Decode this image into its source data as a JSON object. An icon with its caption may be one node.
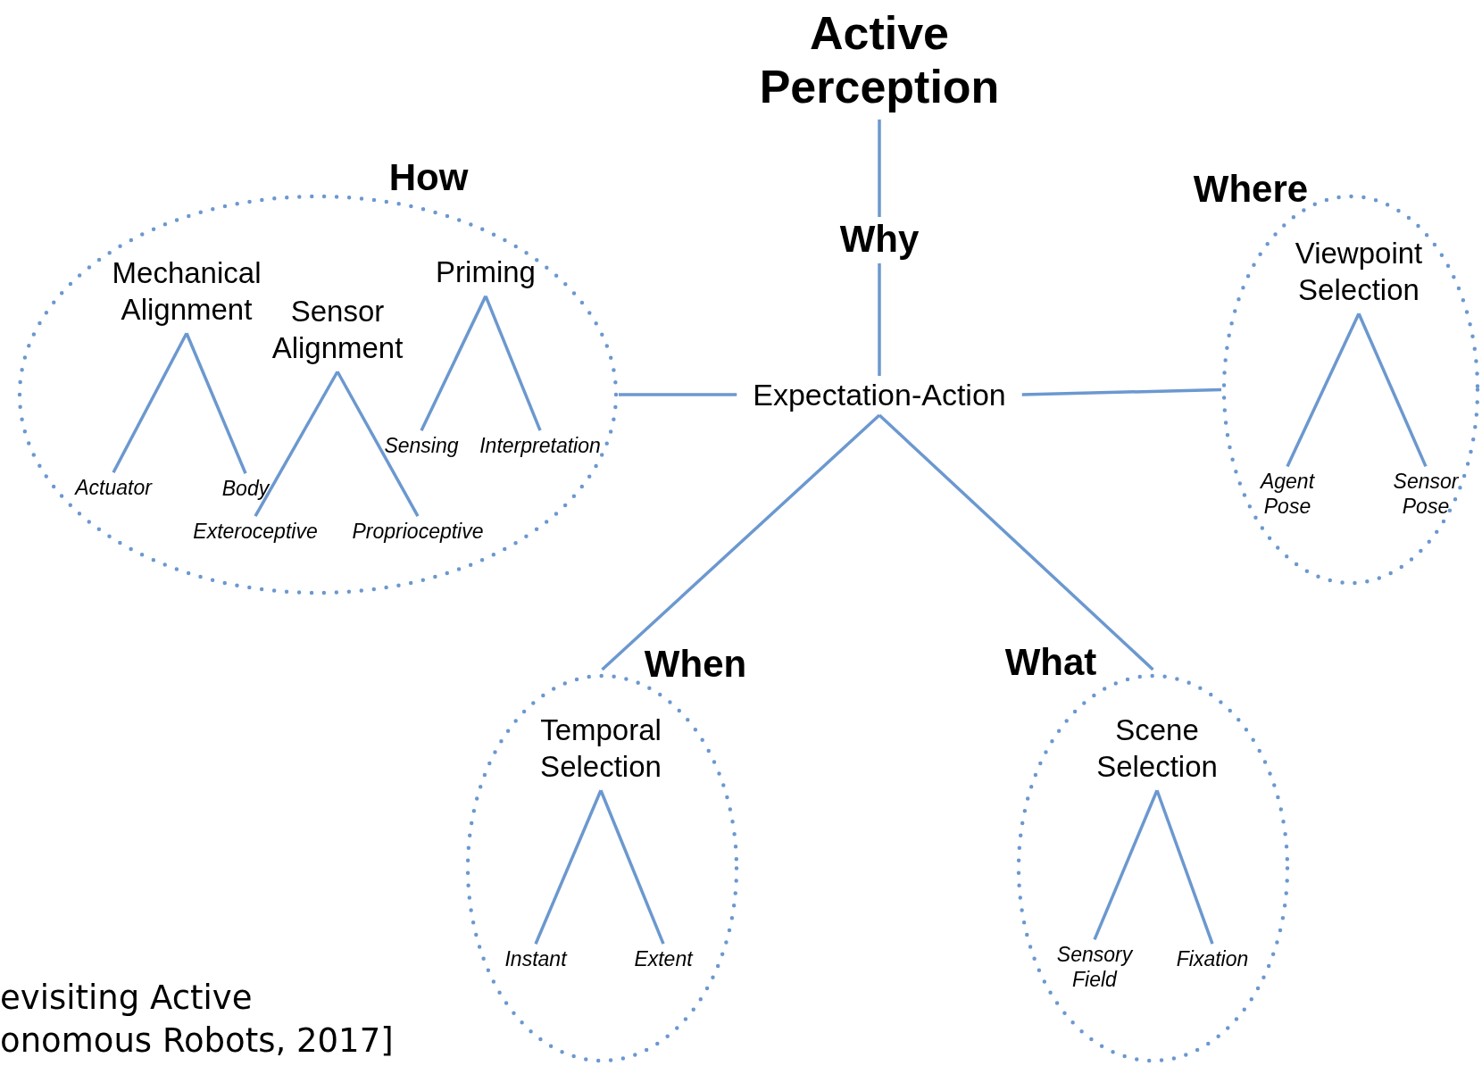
{
  "diagram": {
    "nodes": [
      {
        "text": [
          "Active Perception"
        ]
      },
      {
        "text": [
          "Why"
        ]
      },
      {
        "text": [
          "Expectation-Action"
        ]
      },
      {
        "text": [
          "How"
        ]
      },
      {
        "text": [
          "Mechanical Alignment"
        ],
        "in": 3
      },
      {
        "text": [
          "Actuator"
        ],
        "in": 3
      },
      {
        "text": [
          "Body"
        ],
        "in": 3
      },
      {
        "text": [
          "Sensor Alignment"
        ],
        "in": 3
      },
      {
        "text": [
          "Exteroceptive"
        ],
        "in": 3
      },
      {
        "text": [
          "Proprioceptive"
        ],
        "in": 3
      },
      {
        "text": [
          "Priming"
        ],
        "in": 3
      },
      {
        "text": [
          "Sensing"
        ],
        "in": 3
      },
      {
        "text": [
          "Interpretation"
        ],
        "in": 3
      },
      {
        "text": [
          "Where"
        ]
      },
      {
        "text": [
          "Viewpoint Selection"
        ],
        "in": 13
      },
      {
        "text": [
          "Agent Pose"
        ],
        "in": 13
      },
      {
        "text": [
          "Sensor Pose"
        ],
        "in": 13
      },
      {
        "text": [
          "When"
        ]
      },
      {
        "text": [
          "Temporal Selection"
        ],
        "in": 17
      },
      {
        "text": [
          "Instant"
        ],
        "in": 17
      },
      {
        "text": [
          "Extent"
        ],
        "in": 17
      },
      {
        "text": [
          "What"
        ]
      },
      {
        "text": [
          "Scene Selection"
        ],
        "in": 21
      },
      {
        "text": [
          "Sensory Field"
        ],
        "in": 21
      },
      {
        "text": [
          "Fixation"
        ],
        "in": 21
      }
    ],
    "edges": [
      {
        "from": 0,
        "to": 1,
        "arrow": "none"
      },
      {
        "from": 1,
        "to": 2,
        "arrow": "none"
      },
      {
        "from": 2,
        "to": 3,
        "arrow": "none"
      },
      {
        "from": 2,
        "to": 13,
        "arrow": "none"
      },
      {
        "from": 2,
        "to": 17,
        "arrow": "none"
      },
      {
        "from": 2,
        "to": 21,
        "arrow": "none"
      },
      {
        "from": 4,
        "to": 5,
        "arrow": "none"
      },
      {
        "from": 4,
        "to": 6,
        "arrow": "none"
      },
      {
        "from": 7,
        "to": 8,
        "arrow": "none"
      },
      {
        "from": 7,
        "to": 9,
        "arrow": "none"
      },
      {
        "from": 10,
        "to": 11,
        "arrow": "none"
      },
      {
        "from": 10,
        "to": 12,
        "arrow": "none"
      },
      {
        "from": 14,
        "to": 15,
        "arrow": "none"
      },
      {
        "from": 14,
        "to": 16,
        "arrow": "none"
      },
      {
        "from": 18,
        "to": 19,
        "arrow": "none"
      },
      {
        "from": 18,
        "to": 20,
        "arrow": "none"
      },
      {
        "from": 22,
        "to": 23,
        "arrow": "none"
      },
      {
        "from": 22,
        "to": 24,
        "arrow": "none"
      }
    ],
    "labels": [
      "evisiting Active",
      "onomous Robots, 2017]"
    ]
  }
}
